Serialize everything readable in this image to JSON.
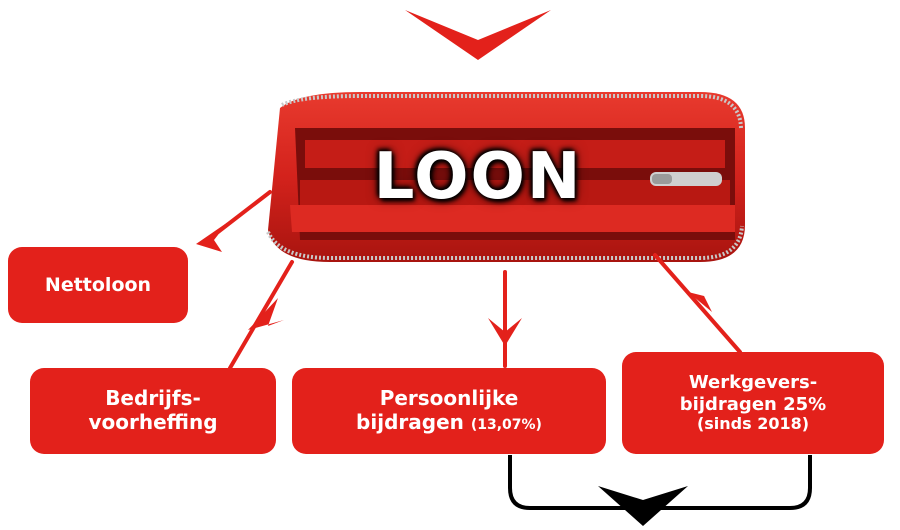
{
  "title": "LOON",
  "colors": {
    "accent": "#e3211b",
    "wallet": "#d3221c",
    "flow": "#000000"
  },
  "boxes": {
    "nettoloon": {
      "label": "Nettoloon"
    },
    "bedrijfsvoorheffing": {
      "line1": "Bedrijfs-",
      "line2": "voorheffing"
    },
    "persoonlijke": {
      "line1": "Persoonlijke",
      "line2": "bijdragen",
      "note": "(13,07%)"
    },
    "werkgevers": {
      "line1": "Werkgevers-",
      "line2": "bijdragen 25%",
      "note": "(sinds 2018)"
    }
  },
  "icons": [
    "down-chevron-icon",
    "wallet-illustration",
    "red-arrow-icon",
    "black-flow-arrow-icon"
  ]
}
